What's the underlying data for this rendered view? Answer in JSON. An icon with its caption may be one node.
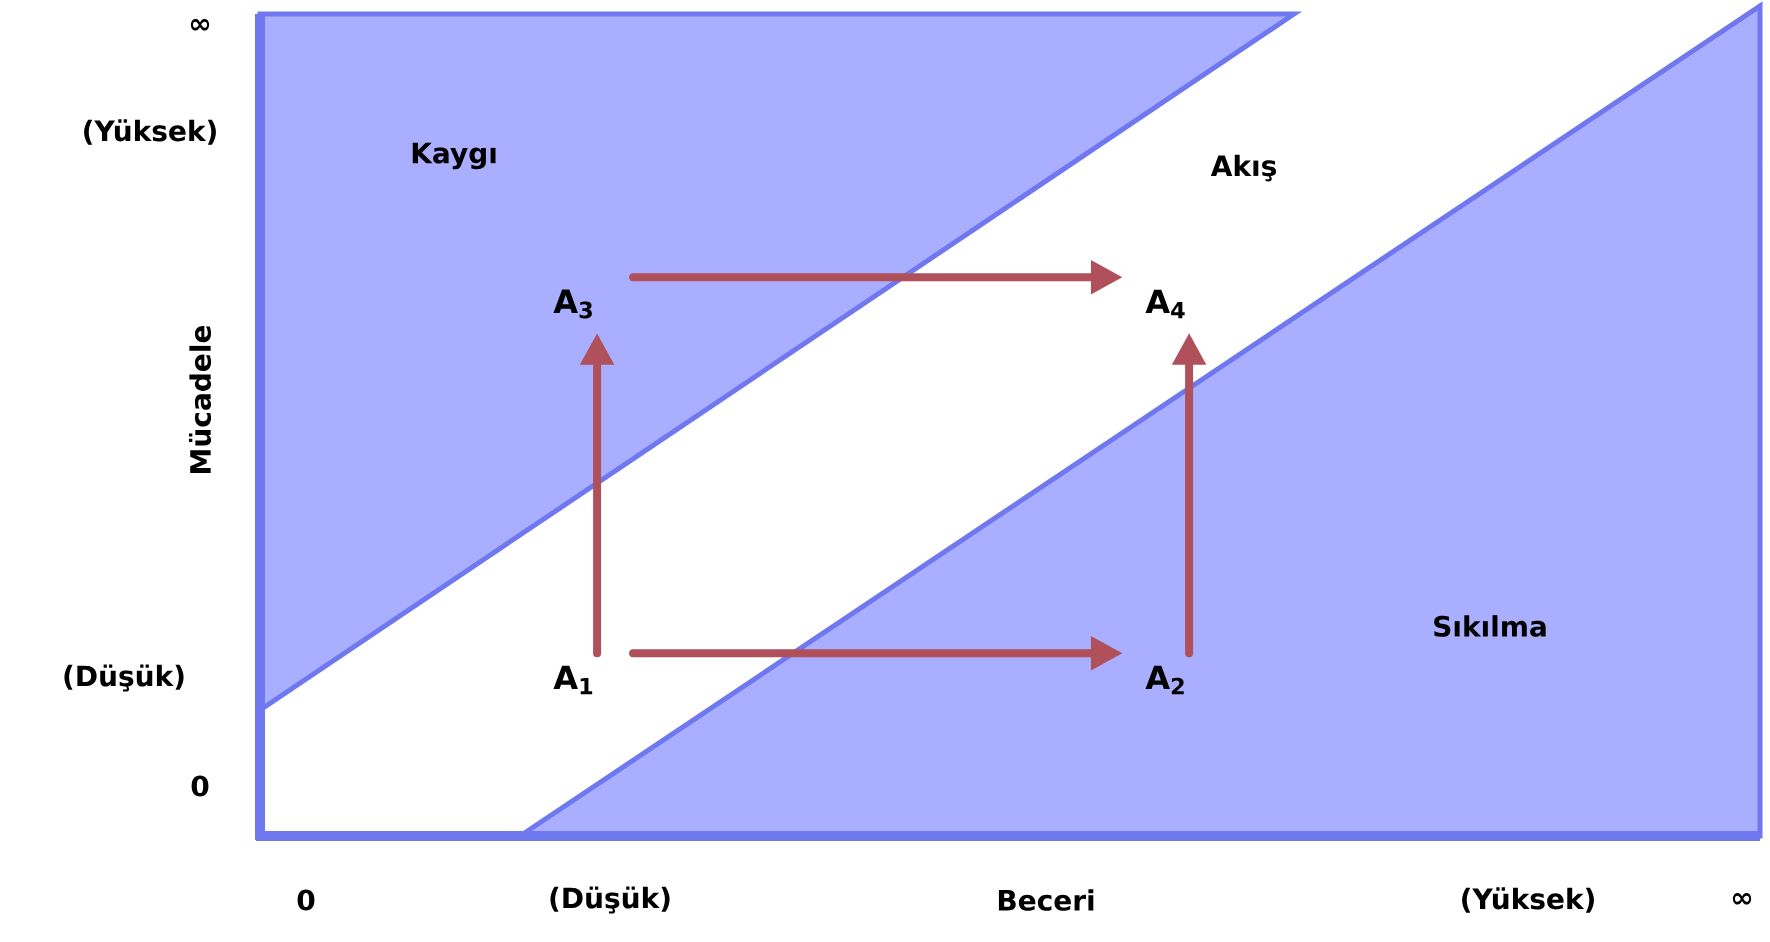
{
  "diagram": {
    "nodes": [
      {
        "text": [
          "A$_{3}$"
        ]
      },
      {
        "text": [
          "A$_{4}$"
        ]
      },
      {
        "text": [
          "A$_{1}$"
        ]
      },
      {
        "text": [
          "A$_{2}$"
        ]
      }
    ],
    "edges": [
      {
        "from": 0,
        "to": 1,
        "arrow": "to"
      },
      {
        "from": 2,
        "to": 0,
        "arrow": "to"
      },
      {
        "from": 3,
        "to": 1,
        "arrow": "to"
      },
      {
        "from": 2,
        "to": 3,
        "arrow": "to"
      }
    ],
    "labels": [
      "∞",
      "(Yüksek)",
      "Kaygı",
      "Akış",
      "Mücadele",
      "(Düşük)",
      "Sıkılma",
      "0",
      "0",
      "(Düşük)",
      "Beceri",
      "(Yüksek)",
      "∞"
    ]
  }
}
